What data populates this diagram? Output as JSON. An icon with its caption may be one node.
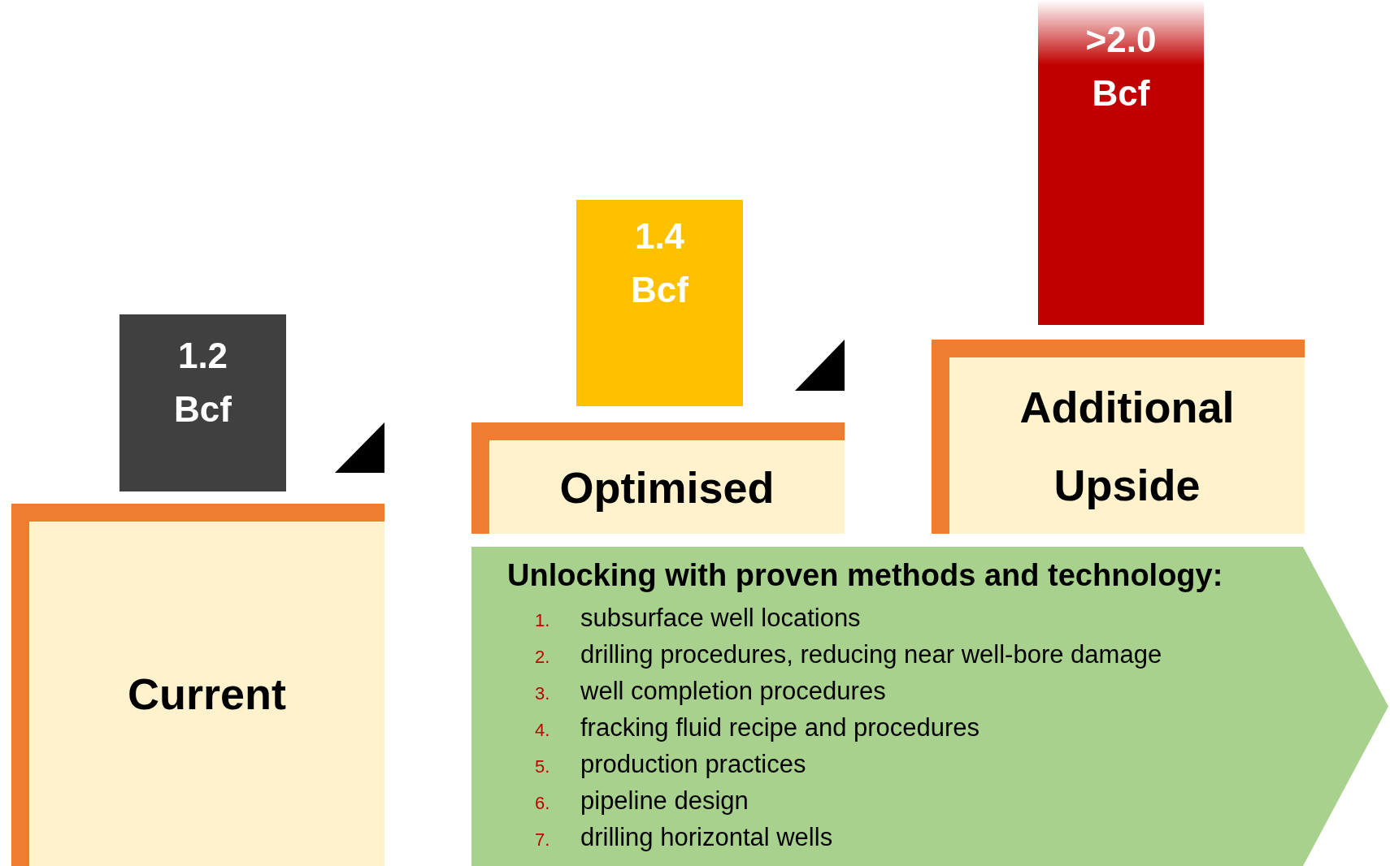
{
  "diagram": {
    "nodes": [
      {
        "text": [
          "1.2 Bcf"
        ]
      },
      {
        "text": [
          "Current"
        ]
      },
      {
        "text": [
          "1.4 Bcf"
        ]
      },
      {
        "text": [
          "Optimised"
        ]
      },
      {
        "text": [
          ">2.0 Bcf"
        ]
      },
      {
        "text": [
          "Additional Upside"
        ]
      },
      {
        "text": [
          "Unlocking with proven methods and technology:",
          "1. subsurface well locations",
          "2. drilling procedures, reducing near well-bore damage",
          "3. well completion procedures",
          "4. fracking fluid recipe and procedures",
          "5. production practices",
          "6. pipeline design",
          "7. drilling horizontal wells"
        ]
      }
    ]
  }
}
